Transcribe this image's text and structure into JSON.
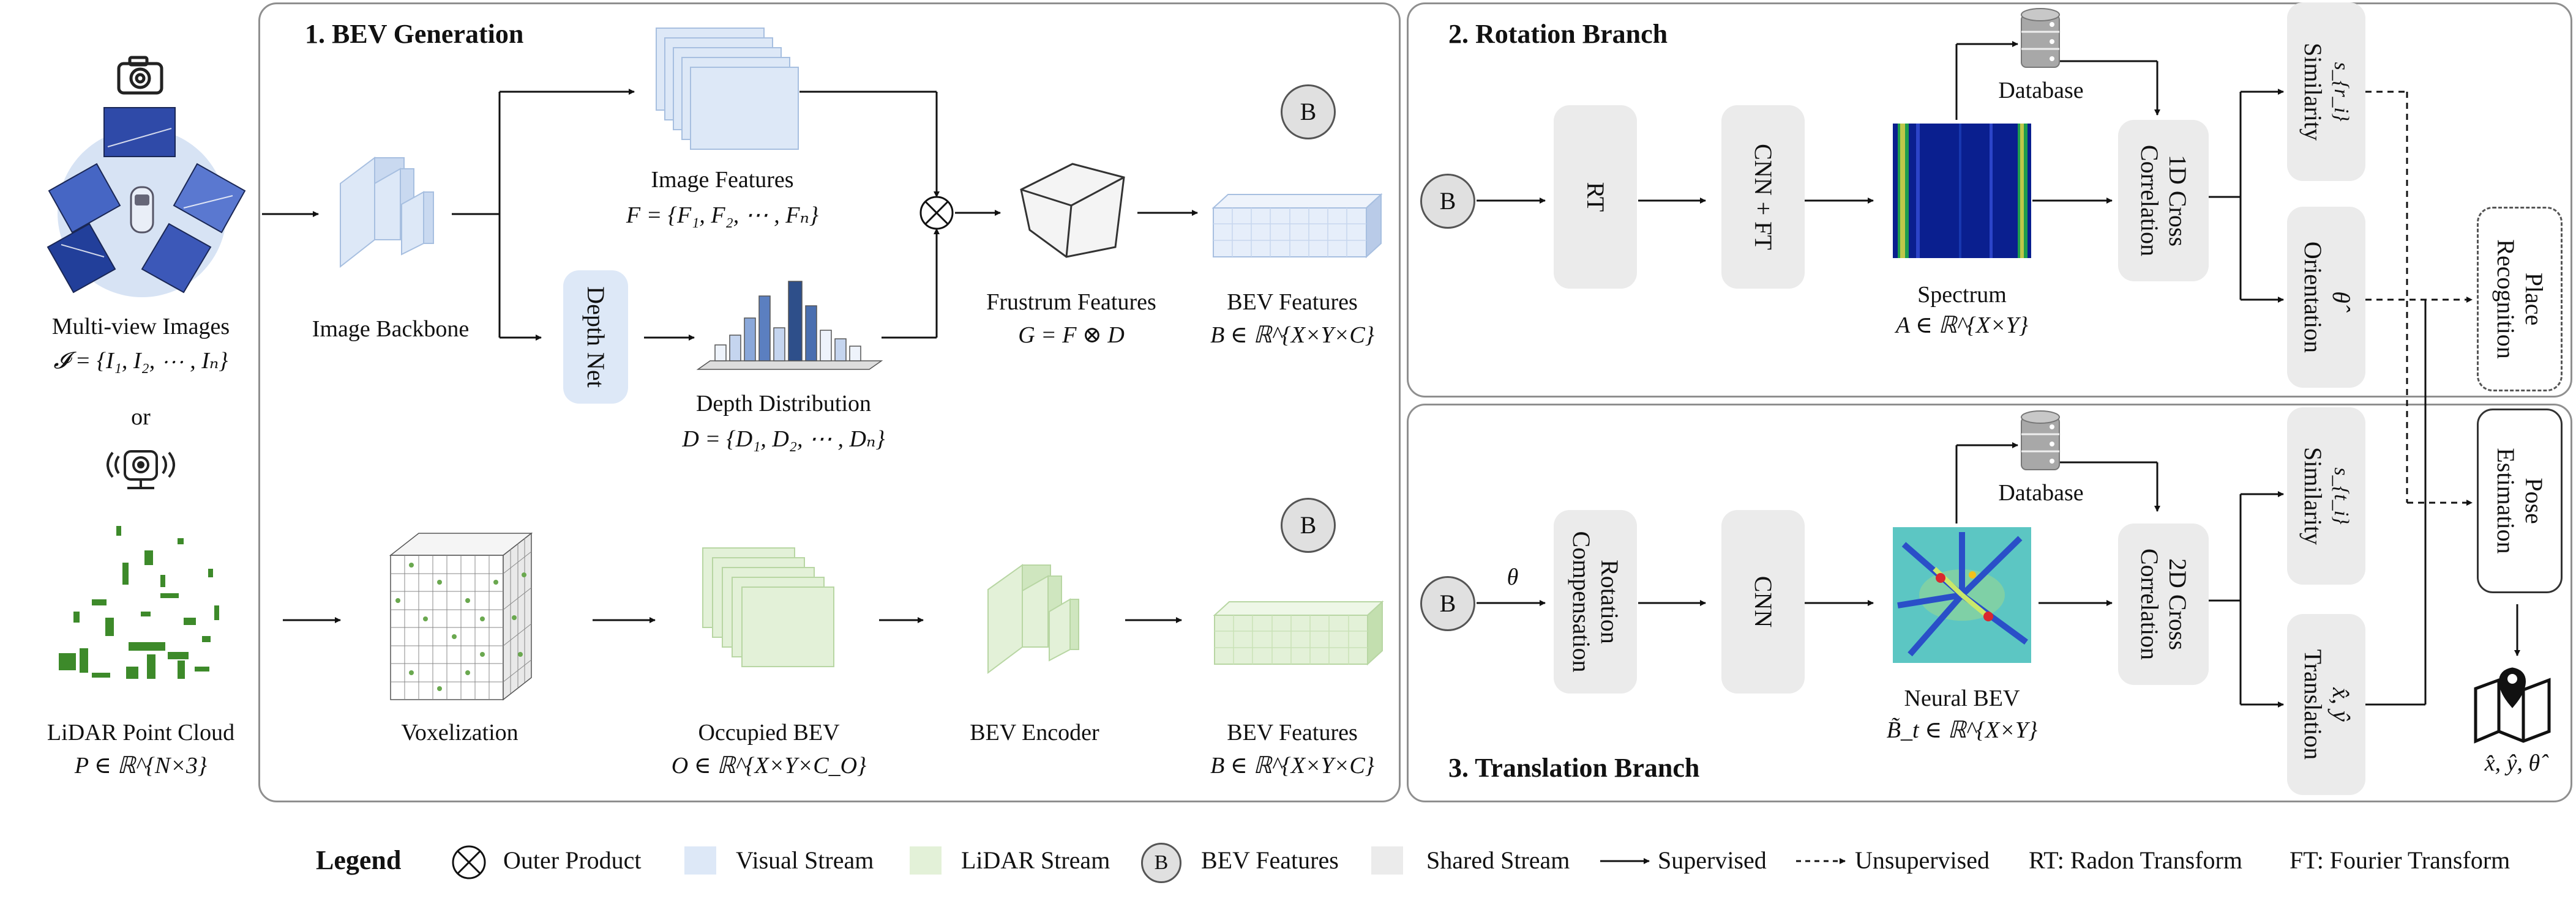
{
  "panels": {
    "bev_generation": "1. BEV Generation",
    "rotation_branch": "2. Rotation Branch",
    "translation_branch": "3. Translation Branch"
  },
  "inputs": {
    "multiview_label": "Multi-view Images",
    "multiview_formula": "𝓘 = {I₁, I₂, ⋯ , Iₙ}",
    "or_text": "or",
    "lidar_label": "LiDAR Point Cloud",
    "lidar_formula": "P ∈ ℝ^{N×3}"
  },
  "camera_branch": {
    "image_backbone": "Image Backbone",
    "image_features": "Image Features",
    "image_features_formula": "F = {F₁, F₂, ⋯ , Fₙ}",
    "depth_net": "Depth Net",
    "depth_distribution": "Depth Distribution",
    "depth_formula": "D = {D₁, D₂, ⋯ , Dₙ}",
    "frustum_features": "Frustrum Features",
    "frustum_formula": "G = F ⊗ D",
    "bev_features": "BEV Features",
    "bev_formula": "B ∈ ℝ^{X×Y×C}",
    "b_label": "B"
  },
  "lidar_branch": {
    "voxelization": "Voxelization",
    "occupied_bev": "Occupied BEV",
    "occupied_formula": "O ∈ ℝ^{X×Y×C_O}",
    "bev_encoder": "BEV Encoder",
    "bev_features": "BEV Features",
    "bev_formula": "B ∈ ℝ^{X×Y×C}",
    "b_label": "B"
  },
  "rotation": {
    "b_label": "B",
    "rt": "RT",
    "cnn_ft": "CNN + FT",
    "database": "Database",
    "spectrum": "Spectrum",
    "spectrum_formula": "A ∈ ℝ^{X×Y}",
    "correlation": "1D Cross Correlation",
    "similarity": "Similarity",
    "similarity_sym": "s_{r_i}",
    "orientation": "Orientation",
    "orientation_sym": "θ̂",
    "place_recognition": "Place Recognition"
  },
  "translation": {
    "b_label": "B",
    "theta": "θ",
    "rotation_comp": "Rotation Compensation",
    "cnn": "CNN",
    "database": "Database",
    "neural_bev": "Neural BEV",
    "neural_formula": "B̃_t ∈ ℝ^{X×Y}",
    "correlation": "2D Cross Correlation",
    "similarity": "Similarity",
    "similarity_sym": "s_{t_i}",
    "translation": "Translation",
    "translation_sym": "x̂, ŷ",
    "pose_estimation": "Pose Estimation",
    "output_formula": "x̂, ŷ, θ̂"
  },
  "legend": {
    "title": "Legend",
    "outer_product": "Outer Product",
    "visual_stream": "Visual Stream",
    "lidar_stream": "LiDAR Stream",
    "b_label": "B",
    "bev_features": "BEV Features",
    "shared_stream": "Shared Stream",
    "supervised": "Supervised",
    "unsupervised": "Unsupervised",
    "rt": "RT: Radon Transform",
    "ft": "FT: Fourier Transform"
  },
  "colors": {
    "visual": "#dde8f7",
    "lidar": "#e3f1d8",
    "shared": "#ebebeb",
    "panel_border": "#8f8f8f"
  }
}
